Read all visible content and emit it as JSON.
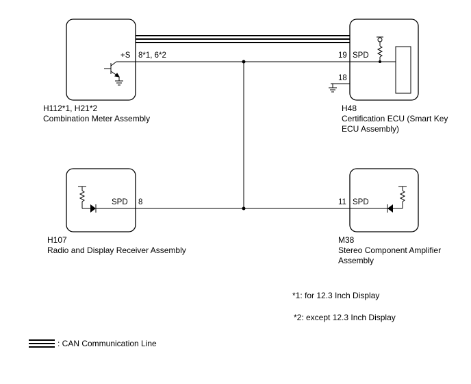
{
  "combination_meter": {
    "code": "H112*1, H21*2",
    "name": "Combination Meter Assembly",
    "terminal_name": "+S",
    "pin": "8*1, 6*2"
  },
  "certification_ecu": {
    "code": "H48",
    "name_line1": "Certification ECU (Smart Key",
    "name_line2": "ECU Assembly)",
    "pin_spd": "19",
    "terminal_spd": "SPD",
    "pin_gnd": "18"
  },
  "radio_receiver": {
    "code": "H107",
    "name": "Radio and Display Receiver Assembly",
    "terminal_name": "SPD",
    "pin": "8"
  },
  "stereo_amplifier": {
    "code": "M38",
    "name_line1": "Stereo Component Amplifier",
    "name_line2": "Assembly",
    "pin": "11",
    "terminal_name": "SPD"
  },
  "notes": {
    "note1": "*1: for 12.3 Inch Display",
    "note2": "*2: except 12.3 Inch Display"
  },
  "legend": {
    "can_line_label": ": CAN Communication Line"
  }
}
